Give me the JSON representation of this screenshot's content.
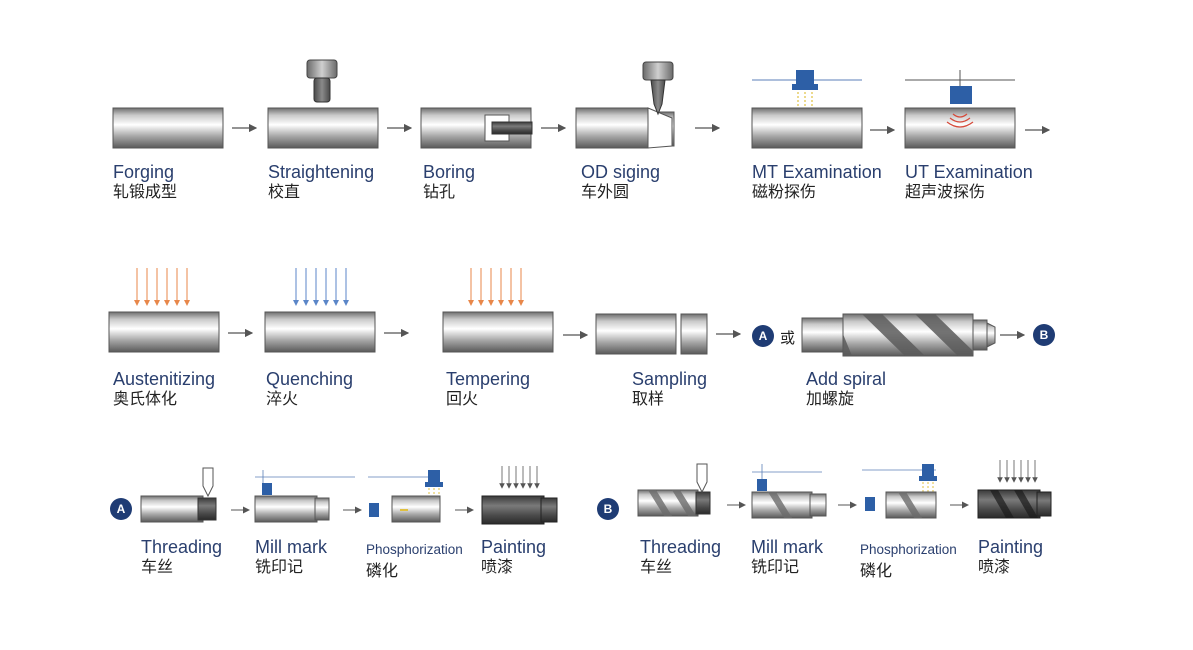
{
  "row1": [
    {
      "en": "Forging",
      "zh": "轧锻成型"
    },
    {
      "en": "Straightening",
      "zh": "校直"
    },
    {
      "en": "Boring",
      "zh": "钻孔"
    },
    {
      "en": "OD siging",
      "zh": "车外圆"
    },
    {
      "en": "MT Examination",
      "zh": "磁粉探伤"
    },
    {
      "en": "UT Examination",
      "zh": "超声波探伤"
    }
  ],
  "row2": [
    {
      "en": "Austenitizing",
      "zh": "奥氏体化"
    },
    {
      "en": "Quenching",
      "zh": "淬火"
    },
    {
      "en": "Tempering",
      "zh": "回火"
    },
    {
      "en": "Sampling",
      "zh": "取样"
    },
    {
      "en": "Add spiral",
      "zh": "加螺旋"
    }
  ],
  "branch": {
    "a": "A",
    "b": "B",
    "or": "或"
  },
  "rowA": [
    {
      "en": "Threading",
      "zh": "车丝"
    },
    {
      "en": "Mill mark",
      "zh": "铣印记"
    },
    {
      "en": "Phosphorization",
      "zh": "磷化"
    },
    {
      "en": "Painting",
      "zh": "喷漆"
    }
  ],
  "rowB": [
    {
      "en": "Threading",
      "zh": "车丝"
    },
    {
      "en": "Mill mark",
      "zh": "铣印记"
    },
    {
      "en": "Phosphorization",
      "zh": "磷化"
    },
    {
      "en": "Painting",
      "zh": "喷漆"
    }
  ],
  "colors": {
    "text": "#2a3f6e",
    "circle": "#1f3c74",
    "tool_blue": "#2d5fa6",
    "heat_orange": "#e8874a",
    "cool_blue": "#5b86c8"
  }
}
